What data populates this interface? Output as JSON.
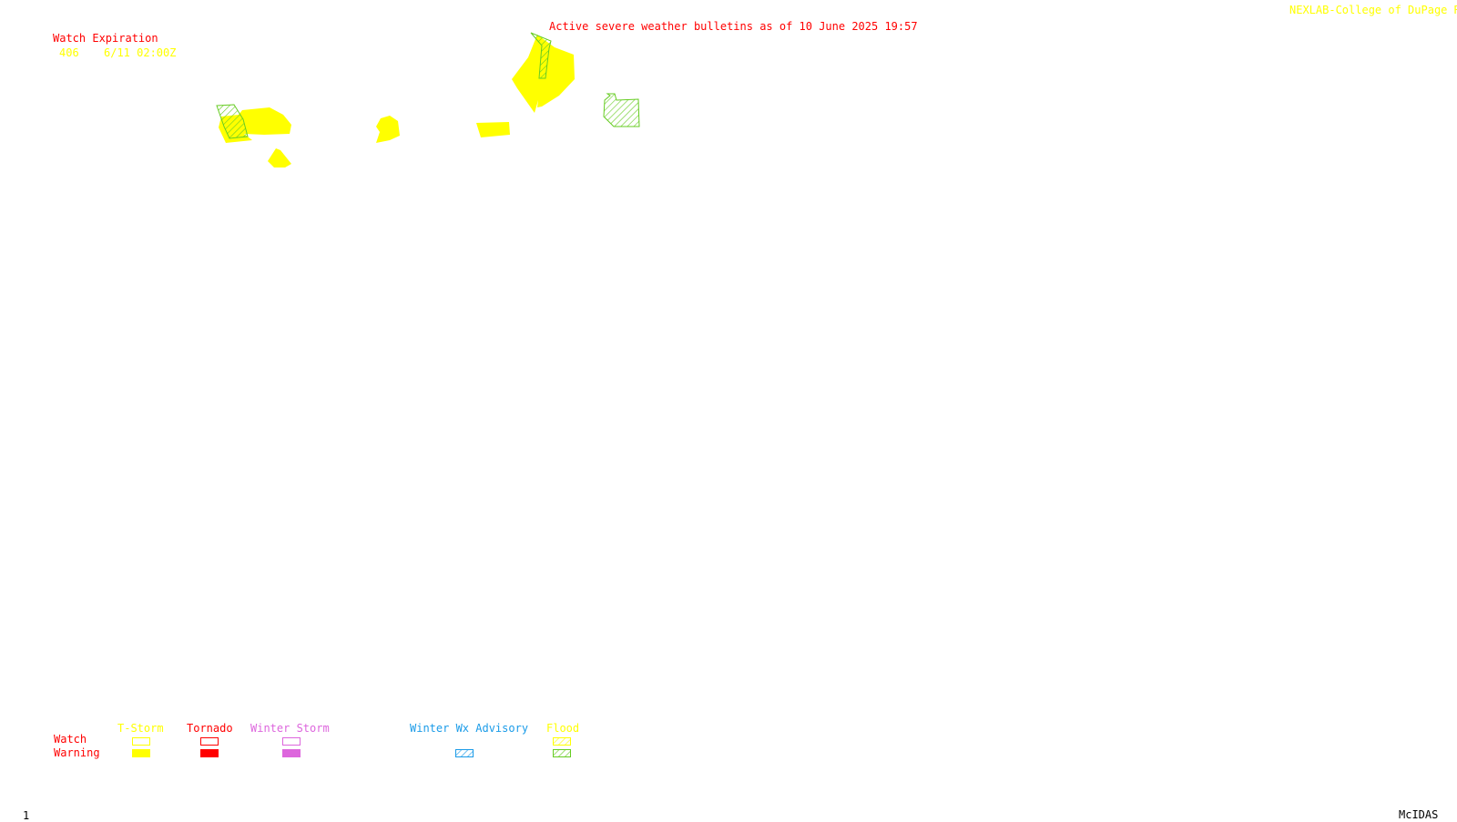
{
  "header": {
    "bulletin_title": "Active severe weather bulletins as of 10 June 2025 19:57",
    "credit": "NEXLAB-College of DuPage R"
  },
  "watch_table": {
    "title": "Watch Expiration",
    "rows": [
      {
        "number": "406",
        "expires": "6/11 02:00Z"
      }
    ]
  },
  "legend": {
    "row_labels": {
      "watch": "Watch",
      "warning": "Warning"
    },
    "columns": [
      {
        "label": "T-Storm",
        "color": "#ffff00",
        "watch_style": "outline",
        "warning_style": "solid"
      },
      {
        "label": "Tornado",
        "color": "#ff0000",
        "watch_style": "outline",
        "warning_style": "solid"
      },
      {
        "label": "Winter Storm",
        "color": "#dd66dd",
        "watch_style": "outline",
        "warning_style": "solid"
      },
      {
        "label": "Winter Wx Advisory",
        "color": "#1a9be8",
        "watch_style": "none",
        "warning_style": "hatched"
      },
      {
        "label": "Flood",
        "color": "#ffff00",
        "watch_style": "hatched",
        "warning_style": "hatched"
      }
    ]
  },
  "colors": {
    "tstorm": "#ffff00",
    "tornado": "#ff0000",
    "winter_storm": "#dd66dd",
    "winter_wx_advisory": "#1a9be8",
    "flood_watch": "#ffff00",
    "flood_warning": "#66cc22",
    "header_text": "#ff0000",
    "credit_text": "#ffff00",
    "footer_text": "#000000"
  },
  "map_features": [
    {
      "type": "tstorm_warning",
      "id": "ts-1"
    },
    {
      "type": "tstorm_warning",
      "id": "ts-2"
    },
    {
      "type": "tstorm_warning",
      "id": "ts-3"
    },
    {
      "type": "tstorm_warning",
      "id": "ts-4"
    },
    {
      "type": "tstorm_warning",
      "id": "ts-5"
    },
    {
      "type": "tstorm_warning",
      "id": "ts-6"
    },
    {
      "type": "flood_warning",
      "id": "fl-1"
    },
    {
      "type": "flood_warning",
      "id": "fl-2"
    },
    {
      "type": "flood_warning",
      "id": "fl-3"
    }
  ],
  "footer": {
    "frame_number": "1",
    "software": "McIDAS"
  }
}
